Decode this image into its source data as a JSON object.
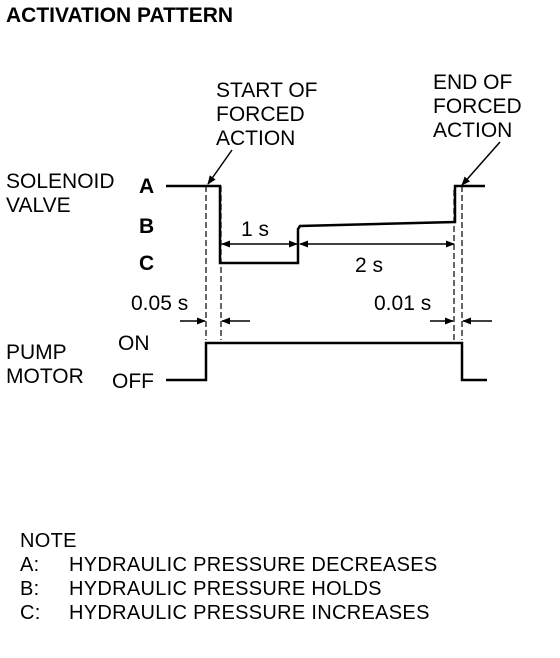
{
  "title": "ACTIVATION PATTERN",
  "callouts": {
    "start": [
      "START OF",
      "FORCED",
      "ACTION"
    ],
    "end": [
      "END OF",
      "FORCED",
      "ACTION"
    ]
  },
  "solenoid": {
    "label": [
      "SOLENOID",
      "VALVE"
    ],
    "levels": [
      "A",
      "B",
      "C"
    ]
  },
  "pump": {
    "label": [
      "PUMP",
      "MOTOR"
    ],
    "states": [
      "ON",
      "OFF"
    ]
  },
  "timings": {
    "t1": "1 s",
    "t2": "2 s",
    "delay_start": "0.05 s",
    "delay_end": "0.01 s"
  },
  "note": {
    "title": "NOTE",
    "items": [
      {
        "key": "A:",
        "text": "HYDRAULIC PRESSURE DECREASES"
      },
      {
        "key": "B:",
        "text": "HYDRAULIC PRESSURE HOLDS"
      },
      {
        "key": "C:",
        "text": "HYDRAULIC PRESSURE INCREASES"
      }
    ]
  }
}
